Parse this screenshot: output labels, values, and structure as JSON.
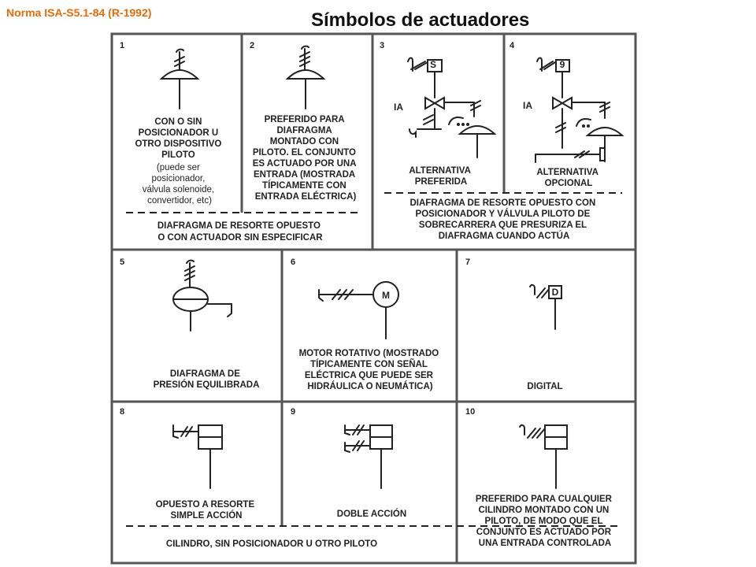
{
  "header": {
    "standard": "Norma ISA-S5.1-84 (R-1992)",
    "title": "Símbolos de actuadores"
  },
  "cells": [
    {
      "num": "1",
      "lines": [
        "CON O SIN",
        "POSICIONADOR U",
        "OTRO DISPOSITIVO",
        "PILOTO",
        "(puede ser",
        "posicionador,",
        "válvula solenoide,",
        "convertidor, etc)"
      ]
    },
    {
      "num": "2",
      "lines": [
        "PREFERIDO PARA",
        "DIAFRAGMA",
        "MONTADO CON",
        "PILOTO. EL CONJUNTO",
        "ES ACTUADO POR UNA",
        "ENTRADA (MOSTRADA",
        "TÍPICAMENTE CON",
        "ENTRADA ELÉCTRICA)"
      ]
    },
    {
      "num": "3",
      "lines": [
        "ALTERNATIVA",
        "PREFERIDA"
      ],
      "solenoid": "S",
      "ia": "IA"
    },
    {
      "num": "4",
      "lines": [
        "ALTERNATIVA",
        "OPCIONAL"
      ],
      "solenoid": "9",
      "ia": "IA"
    },
    {
      "num": "5",
      "lines": [
        "DIAFRAGMA DE",
        "PRESIÓN EQUILIBRADA"
      ]
    },
    {
      "num": "6",
      "lines": [
        "MOTOR ROTATIVO (MOSTRADO",
        "TÍPICAMENTE CON SEÑAL",
        "ELÉCTRICA QUE PUEDE SER",
        "HIDRÁULICA O NEUMÁTICA)"
      ],
      "symbol": "M"
    },
    {
      "num": "7",
      "lines": [
        "DIGITAL"
      ],
      "symbol": "D"
    },
    {
      "num": "8",
      "lines": [
        "OPUESTO A RESORTE",
        "SIMPLE ACCIÓN"
      ]
    },
    {
      "num": "9",
      "lines": [
        "DOBLE ACCIÓN"
      ]
    },
    {
      "num": "10",
      "lines": [
        "PREFERIDO PARA CUALQUIER",
        "CILINDRO MONTADO CON UN",
        "PILOTO, DE MODO QUE EL",
        "CONJUNTO ES ACTUADO POR",
        "UNA ENTRADA CONTROLADA"
      ]
    }
  ],
  "groups": {
    "g12": [
      "DIAFRAGMA DE RESORTE OPUESTO",
      "O CON ACTUADOR SIN ESPECIFICAR"
    ],
    "g34": [
      "DIAFRAGMA DE RESORTE OPUESTO CON",
      "POSICIONADOR Y VÁLVULA PILOTO DE",
      "SOBRECARRERA QUE PRESURIZA EL",
      "DIAFRAGMA CUANDO ACTÚA"
    ],
    "g89": [
      "CILINDRO, SIN POSICIONADOR U OTRO PILOTO"
    ]
  }
}
